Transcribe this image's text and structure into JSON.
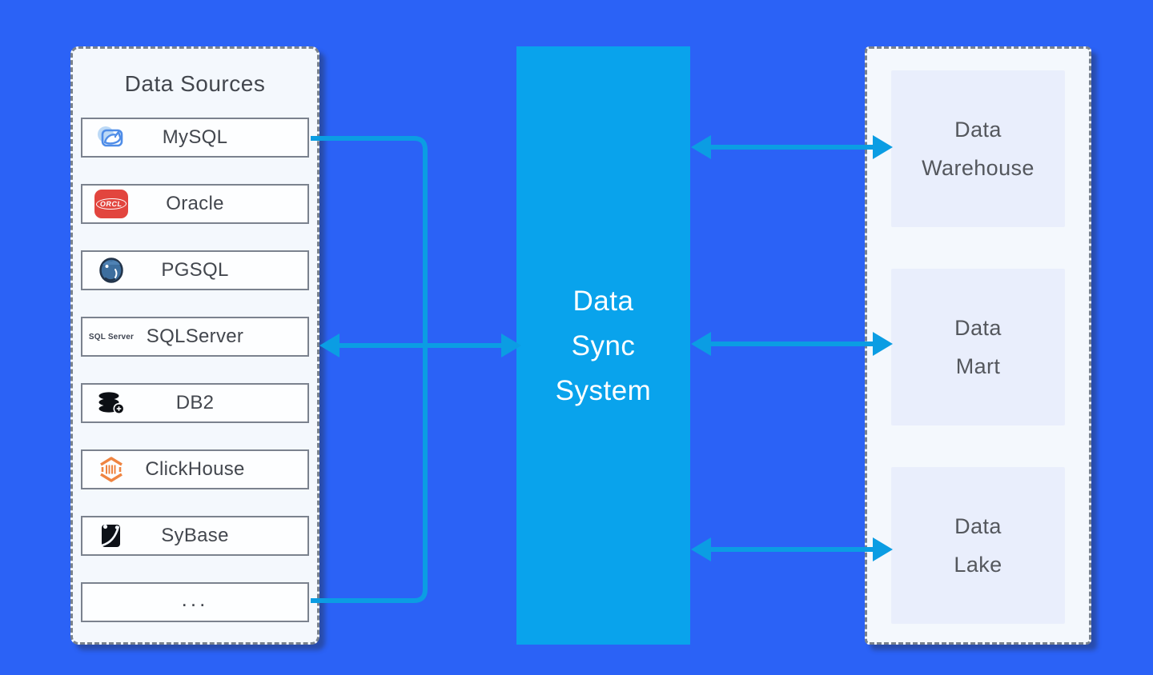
{
  "colors": {
    "canvas-bg": "#2b62f6",
    "sync-box-bg": "#09a3ec",
    "arrow": "#0b9de3",
    "panel-bg": "#f4f8fd",
    "panel-border": "#79828e",
    "item-border": "#7b828e",
    "item-bg": "#fdfeff",
    "target-box-bg": "#e9eefc",
    "dark-text": "#43474e",
    "muted-text": "#54575d",
    "white-text": "#ffffff",
    "oracle-red": "#e2453e",
    "clickhouse-orange": "#ef8441"
  },
  "left_panel": {
    "title": "Data Sources",
    "items": [
      {
        "label": "MySQL",
        "icon": "mysql-dolphin-icon"
      },
      {
        "label": "Oracle",
        "icon": "oracle-orcl-icon",
        "icon_text": "ORCL"
      },
      {
        "label": "PGSQL",
        "icon": "postgresql-elephant-icon"
      },
      {
        "label": "SQLServer",
        "icon": "sql-server-logo-icon",
        "icon_text": "SQL Server"
      },
      {
        "label": "DB2",
        "icon": "db2-database-icon"
      },
      {
        "label": "ClickHouse",
        "icon": "clickhouse-icon"
      },
      {
        "label": "SyBase",
        "icon": "sybase-icon"
      },
      {
        "label": "..."
      }
    ]
  },
  "sync_box": {
    "line1": "Data",
    "line2": "Sync",
    "line3": "System"
  },
  "right_panel": {
    "targets": [
      {
        "line1": "Data",
        "line2": "Warehouse"
      },
      {
        "line1": "Data",
        "line2": "Mart"
      },
      {
        "line1": "Data",
        "line2": "Lake"
      }
    ]
  }
}
